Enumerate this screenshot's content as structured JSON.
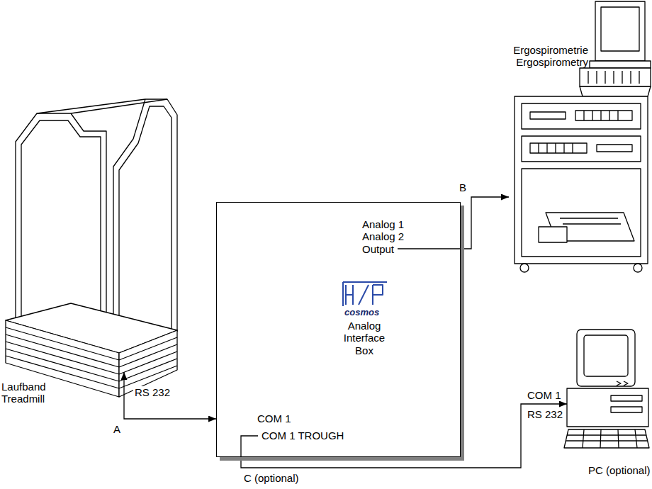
{
  "diagram": {
    "nodes": [
      {
        "text": [
          "Laufband Treadmill"
        ]
      },
      {
        "text": [
          "Analog 1 Analog 2 Output",
          "cosmos",
          "Analog Interface Box",
          "COM 1",
          "COM 1 TROUGH"
        ]
      },
      {
        "text": [
          "Ergospirometrie Ergospirometry"
        ]
      },
      {
        "text": [
          "PC (optional)"
        ]
      }
    ],
    "edges": [
      {
        "from": 0,
        "to": 1,
        "arrow": "both",
        "label": "A"
      },
      {
        "from": 1,
        "to": 2,
        "arrow": "to",
        "label": "B"
      },
      {
        "from": 1,
        "to": 3,
        "arrow": "to",
        "label": "C (optional)"
      }
    ],
    "labels": [
      "RS 232",
      "COM 1",
      "RS 232"
    ]
  }
}
